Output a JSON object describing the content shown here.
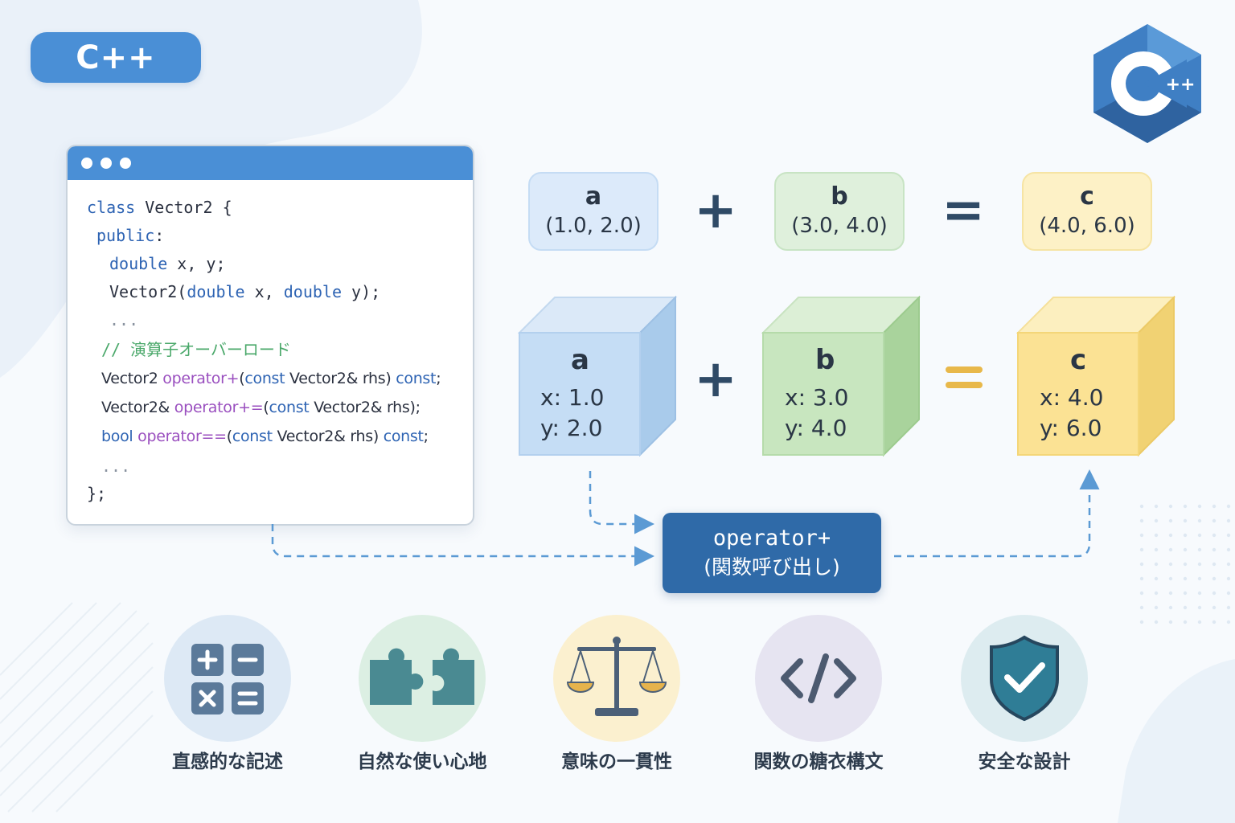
{
  "header": {
    "title": "C++",
    "logo_text": "++"
  },
  "code": {
    "lines": [
      "class Vector2 {",
      "public:",
      "double x, y;",
      "Vector2(double x, double y);",
      "...",
      "// 演算子オーバーロード",
      "Vector2 operator+(const Vector2& rhs) const;",
      "Vector2& operator+=(const Vector2& rhs);",
      "bool operator==(const Vector2& rhs) const;",
      "...",
      "};"
    ]
  },
  "equation": {
    "plus_symbol": "+",
    "equals_symbol": "=",
    "a": {
      "name": "a",
      "value": "(1.0, 2.0)",
      "x": "x: 1.0",
      "y": "y: 2.0"
    },
    "b": {
      "name": "b",
      "value": "(3.0, 4.0)",
      "x": "x: 3.0",
      "y": "y: 4.0"
    },
    "c": {
      "name": "c",
      "value": "(4.0, 6.0)",
      "x": "x: 4.0",
      "y": "y: 6.0"
    }
  },
  "operator_box": {
    "line1": "operator+",
    "line2": "(関数呼び出し)"
  },
  "features": [
    {
      "icon": "calculator-icon",
      "label": "直感的な記述",
      "color": "#dde9f5"
    },
    {
      "icon": "puzzle-icon",
      "label": "自然な使い心地",
      "color": "#dcefe3"
    },
    {
      "icon": "scale-icon",
      "label": "意味の一貫性",
      "color": "#fbf0cf"
    },
    {
      "icon": "code-icon",
      "label": "関数の糖衣構文",
      "color": "#e6e4f1"
    },
    {
      "icon": "shield-check-icon",
      "label": "安全な設計",
      "color": "#ddecf0"
    }
  ],
  "colors": {
    "accent": "#4a8fd6",
    "operator_box": "#2f6aa8",
    "vector_a": "#cfe3f7",
    "vector_b": "#d2ebcc",
    "vector_c": "#fbe294"
  }
}
